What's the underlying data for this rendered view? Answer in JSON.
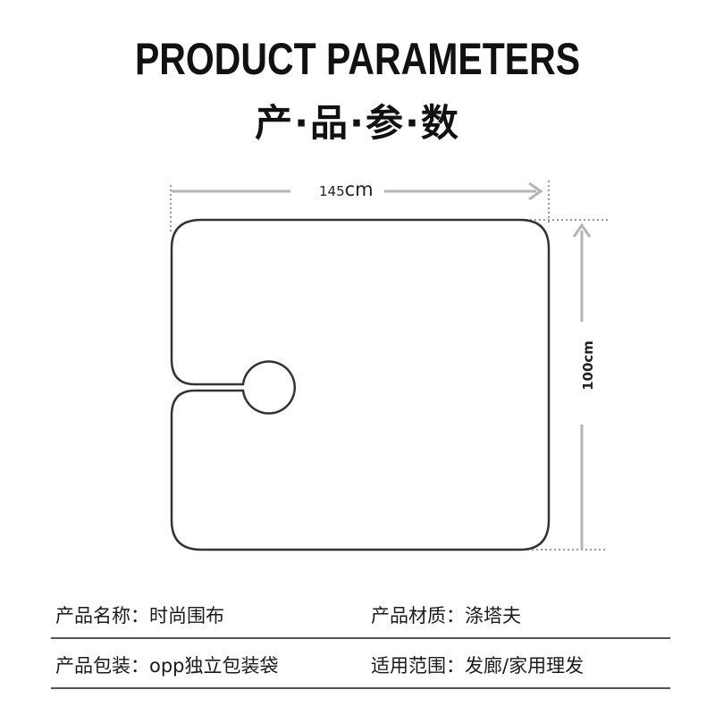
{
  "header": {
    "title_en": "PRODUCT PARAMETERS",
    "title_cn": "产·品·参·数"
  },
  "diagram": {
    "width_value": "145",
    "width_unit": "cm",
    "height_label": "100cm",
    "outline_color": "#333333",
    "dimension_color": "#b5b5b5"
  },
  "params": [
    {
      "label": "产品名称：",
      "value": "时尚围布"
    },
    {
      "label": "产品材质：",
      "value": "涤塔夫"
    },
    {
      "label": "产品包装：",
      "value": "opp独立包装袋"
    },
    {
      "label": "适用范围：",
      "value": "发廊/家用理发"
    }
  ]
}
